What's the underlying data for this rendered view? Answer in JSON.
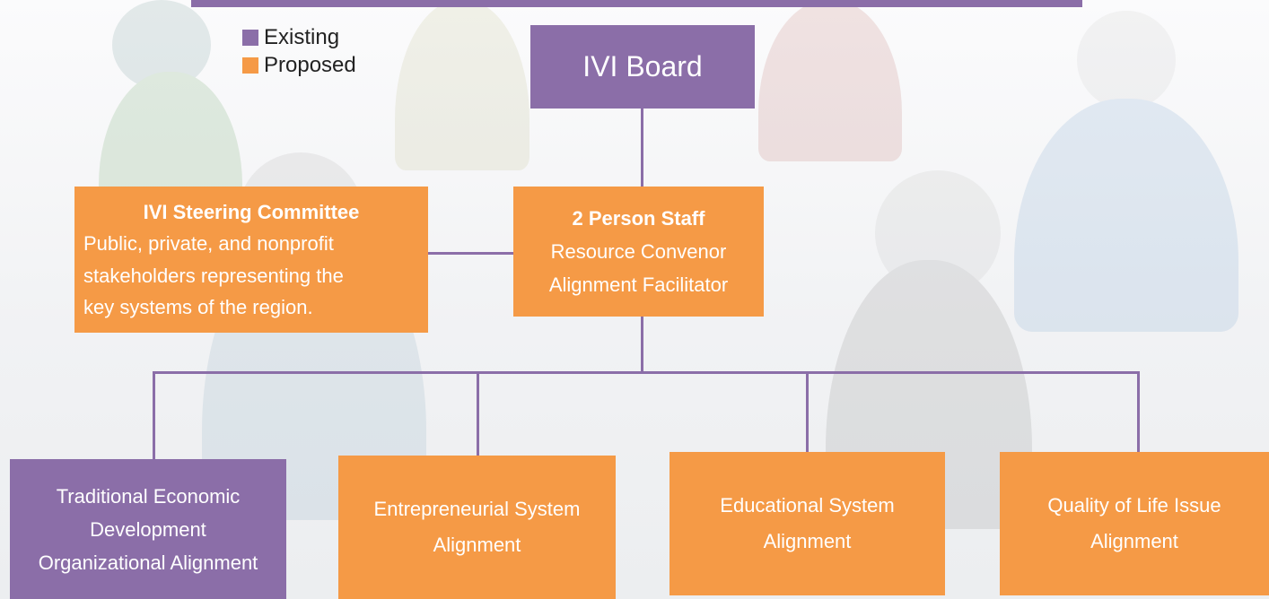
{
  "colors": {
    "existing": "#8b6ea8",
    "proposed": "#f59a46"
  },
  "legend": {
    "existing_label": "Existing",
    "proposed_label": "Proposed"
  },
  "board": {
    "title": "IVI Board"
  },
  "steering": {
    "title": "IVI Steering Committee",
    "line1": "Public, private, and nonprofit",
    "line2": "stakeholders representing the",
    "line3": "key systems of the region."
  },
  "staff": {
    "title": "2 Person Staff",
    "line1": "Resource Convenor",
    "line2": "Alignment Facilitator"
  },
  "systems": [
    {
      "line1": "Traditional Economic",
      "line2": "Development",
      "line3": "Organizational Alignment",
      "status": "existing"
    },
    {
      "line1": "Entrepreneurial System",
      "line2": "Alignment",
      "status": "proposed"
    },
    {
      "line1": "Educational System",
      "line2": "Alignment",
      "status": "proposed"
    },
    {
      "line1": "Quality of Life Issue",
      "line2": "Alignment",
      "status": "proposed"
    }
  ]
}
